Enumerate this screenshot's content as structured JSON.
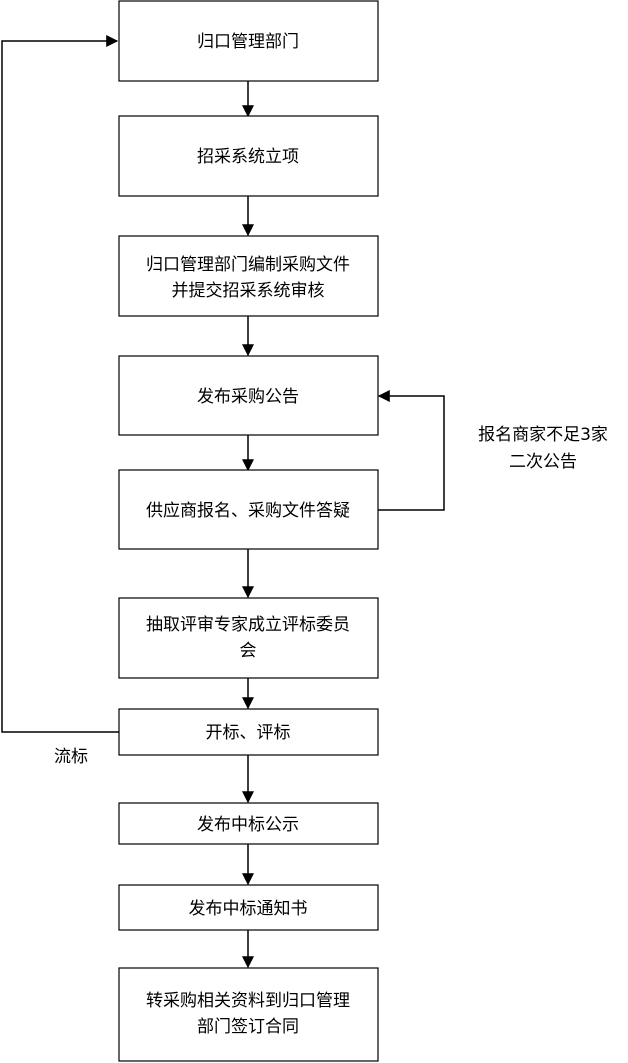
{
  "steps": [
    {
      "lines": [
        "归口管理部门"
      ]
    },
    {
      "lines": [
        "招采系统立项"
      ]
    },
    {
      "lines": [
        "归口管理部门编制采购文件",
        "并提交招采系统审核"
      ]
    },
    {
      "lines": [
        "发布采购公告"
      ]
    },
    {
      "lines": [
        "供应商报名、采购文件答疑"
      ]
    },
    {
      "lines": [
        "抽取评审专家成立评标委员",
        "会"
      ]
    },
    {
      "lines": [
        "开标、评标"
      ]
    },
    {
      "lines": [
        "发布中标公示"
      ]
    },
    {
      "lines": [
        "发布中标通知书"
      ]
    },
    {
      "lines": [
        "转采购相关资料到归口管理",
        "部门签订合同"
      ]
    }
  ],
  "loop_notes": {
    "retender": {
      "lines": [
        "报名商家不足3家",
        "二次公告"
      ]
    },
    "failed_bid": {
      "lines": [
        "流标"
      ]
    }
  },
  "colors": {
    "stroke": "#000000",
    "fill": "#ffffff",
    "text": "#000000"
  }
}
